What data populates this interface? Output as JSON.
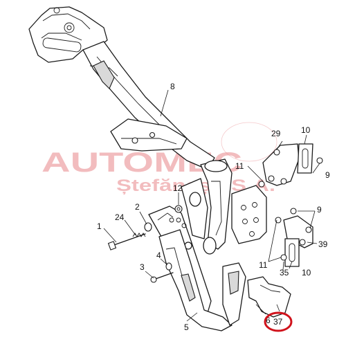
{
  "watermark": {
    "line1": "AUTOMEC",
    "line2": "Ștefănești S.A.",
    "color": "#e8868a"
  },
  "highlight": {
    "part": "37",
    "ring_color": "#d0121b"
  },
  "callouts": {
    "c1": "1",
    "c2": "2",
    "c3": "3",
    "c4": "4",
    "c5": "5",
    "c6": "6",
    "c8": "8",
    "c9a": "9",
    "c9b": "9",
    "c10a": "10",
    "c10b": "10",
    "c11a": "11",
    "c11b": "11",
    "c12": "12",
    "c24": "24",
    "c29": "29",
    "c35": "35",
    "c37": "37",
    "c39": "39"
  }
}
